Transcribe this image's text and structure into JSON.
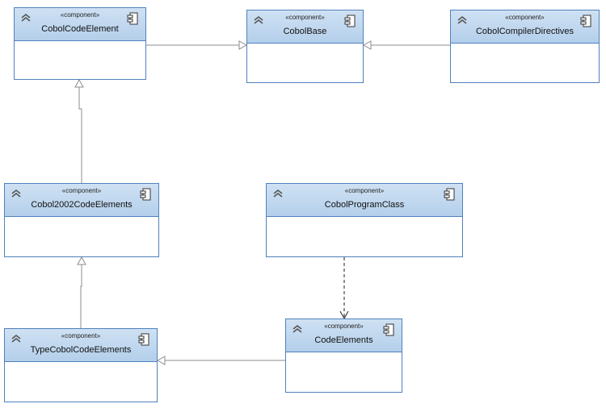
{
  "diagram": {
    "components": [
      {
        "id": "cobolcodeelement",
        "stereotype": "«component»",
        "name": "CobolCodeElement"
      },
      {
        "id": "cobolbase",
        "stereotype": "«component»",
        "name": "CobolBase"
      },
      {
        "id": "cobolcompilerdirectives",
        "stereotype": "«component»",
        "name": "CobolCompilerDirectives"
      },
      {
        "id": "cobol2002codeelements",
        "stereotype": "«component»",
        "name": "Cobol2002CodeElements"
      },
      {
        "id": "cobolprogramclass",
        "stereotype": "«component»",
        "name": "CobolProgramClass"
      },
      {
        "id": "typecobolcodeelements",
        "stereotype": "«component»",
        "name": "TypeCobolCodeElements"
      },
      {
        "id": "codeelements",
        "stereotype": "«component»",
        "name": "CodeElements"
      }
    ],
    "relations": [
      {
        "from": "cobolcodeelement",
        "to": "cobolbase",
        "kind": "generalization"
      },
      {
        "from": "cobolcompilerdirectives",
        "to": "cobolbase",
        "kind": "generalization"
      },
      {
        "from": "cobol2002codeelements",
        "to": "cobolcodeelement",
        "kind": "generalization"
      },
      {
        "from": "typecobolcodeelements",
        "to": "cobol2002codeelements",
        "kind": "generalization"
      },
      {
        "from": "codeelements",
        "to": "typecobolcodeelements",
        "kind": "generalization"
      },
      {
        "from": "cobolprogramclass",
        "to": "codeelements",
        "kind": "dependency"
      }
    ],
    "colors": {
      "border": "#4f81bd",
      "header_top": "#cfe1f3",
      "header_bottom": "#b4cfeb",
      "connector": "#8c8c8c"
    }
  }
}
